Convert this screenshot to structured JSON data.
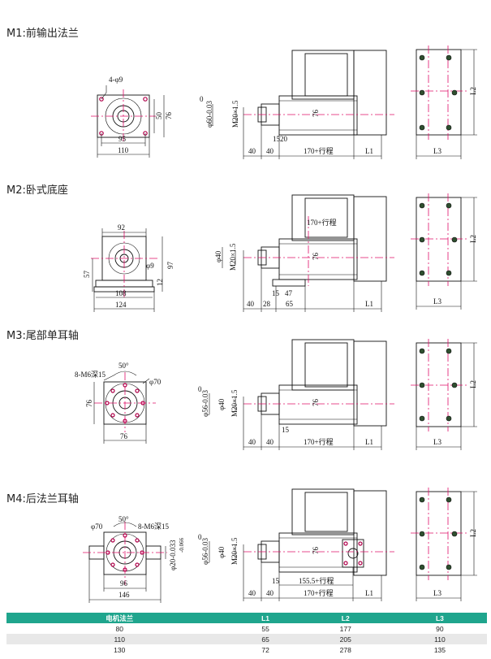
{
  "sections": [
    {
      "title": "M1:前输出法兰",
      "front_labels": [
        "4-φ9",
        "50",
        "76",
        "95",
        "110"
      ],
      "side_labels": [
        "φ60-0.03",
        "0",
        "M20×1.5",
        "76",
        "15",
        "20",
        "40",
        "40",
        "170+行程",
        "L1"
      ],
      "end_labels": [
        "L2",
        "L3"
      ]
    },
    {
      "title": "M2:卧式底座",
      "front_labels": [
        "92",
        "φ9",
        "57",
        "97",
        "12",
        "108",
        "124"
      ],
      "side_labels": [
        "φ40",
        "M20×1.5",
        "170+行程",
        "76",
        "47",
        "15",
        "40",
        "28",
        "65",
        "L1"
      ],
      "end_labels": [
        "L2",
        "L3"
      ]
    },
    {
      "title": "M3:尾部单耳轴",
      "front_labels": [
        "50°",
        "8-M6深15",
        "φ70",
        "76",
        "76"
      ],
      "side_labels": [
        "φ56-0.03",
        "0",
        "φ40",
        "M20×1.5",
        "76",
        "15",
        "40",
        "40",
        "170+行程",
        "L1"
      ],
      "end_labels": [
        "L2",
        "L3"
      ]
    },
    {
      "title": "M4:后法兰耳轴",
      "front_labels": [
        "φ70",
        "50°",
        "8-M6深15",
        "φ20-0.033",
        "-0.066",
        "96",
        "146"
      ],
      "side_labels": [
        "φ56-0.03",
        "0",
        "φ40",
        "M20×1.5",
        "76",
        "15",
        "155.5+行程",
        "40",
        "40",
        "170+行程",
        "L1"
      ],
      "end_labels": [
        "L2",
        "L3"
      ]
    }
  ],
  "table": {
    "headers": [
      "电机法兰",
      "L1",
      "L2",
      "L3"
    ],
    "rows": [
      [
        "80",
        "55",
        "177",
        "90"
      ],
      [
        "110",
        "65",
        "205",
        "110"
      ],
      [
        "130",
        "72",
        "278",
        "135"
      ]
    ]
  },
  "colors": {
    "accent": "#1fa58d",
    "centerline": "#e0106a",
    "hole_dot": "#2f4f2f"
  }
}
